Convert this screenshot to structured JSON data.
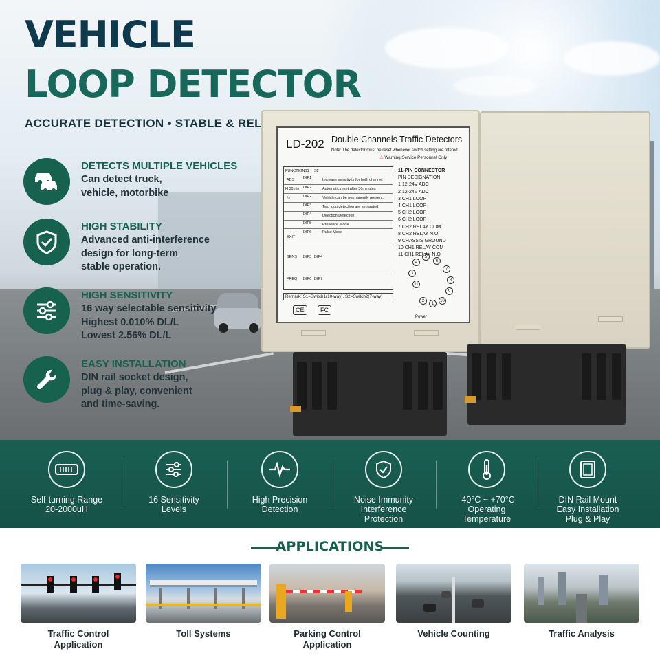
{
  "hero": {
    "title_line1": "VEHICLE",
    "title_line2": "LOOP DETECTOR",
    "tagline": "ACCURATE DETECTION • STABLE & RELIABLE"
  },
  "features": [
    {
      "icon": "cars-icon",
      "heading": "DETECTS MULTIPLE VEHICLES",
      "body": "Can detect truck,\nvehicle, motorbike"
    },
    {
      "icon": "shield-check-icon",
      "heading": "HIGH STABILITY",
      "body": "Advanced anti-interference\ndesign for long-term\nstable operation."
    },
    {
      "icon": "sliders-icon",
      "heading": "HIGH SENSITIVITY",
      "body": "16 way selectable sensitivity\nHighest 0.010% DL/L\nLowest 2.56% DL/L"
    },
    {
      "icon": "wrench-icon",
      "heading": "EASY INSTALLATION",
      "body": "DIN rail socket design,\nplug & play, convenient\nand time-saving."
    }
  ],
  "device_label": {
    "model": "LD-202",
    "title": "Double Channels Traffic Detectors",
    "note": "Note: The detector must be reset whenever switch setting are offered",
    "warning": "Warning Service Personnel Only",
    "table_rows": [
      {
        "fn": "FUNCTION",
        "s1": "S1",
        "s2": "S2",
        "desc": ""
      },
      {
        "fn": "ABS",
        "s1": "DIP1",
        "s2": "",
        "desc": "Increase sensitivity for both channel"
      },
      {
        "fn": "H 30min",
        "s1": "DIP2",
        "s2": "",
        "desc": "Automatic reset after 30minutes"
      },
      {
        "fn": "/∞",
        "s1": "DIP2",
        "s2": "",
        "desc": "Vehicle can be permanently present."
      },
      {
        "fn": "",
        "s1": "DIP3",
        "s2": "",
        "desc": "Two loop detection are separated."
      },
      {
        "fn": "",
        "s1": "DIP4",
        "s2": "",
        "desc": "Direction Detection"
      },
      {
        "fn": "",
        "s1": "DIP5",
        "s2": "",
        "desc": "Presence Mode"
      },
      {
        "fn": "EXIT",
        "s1": "DIP6",
        "s2": "",
        "desc": "Pulse Mode"
      },
      {
        "fn": "SENS",
        "s1": "DIP3",
        "s2": "DIP4",
        "desc": ""
      },
      {
        "fn": "FREQ",
        "s1": "DIP6",
        "s2": "DIP7",
        "desc": ""
      }
    ],
    "remark": "Remark: S1=Switch1(10-way), S2=Switch2(7-way)",
    "pin_header": "11-PIN CONNECTOR",
    "pin_subheader": "PIN  DESIGNATION",
    "pins": [
      "1   12-24V ADC",
      "2   12-24V ADC",
      "3   CH1 LOOP",
      "4   CH1 LOOP",
      "5   CH2 LOOP",
      "6   CH2 LOOP",
      "7   CH2 RELAY COM",
      "8   CH2 RELAY N.O",
      "9   CHASSIS GROUND",
      "10  CH1 RELAY COM",
      "11  CH1 RELAY N.O"
    ],
    "ce_mark": "CE",
    "fc_mark": "FC",
    "power_label": "Power"
  },
  "specs": [
    {
      "icon": "coil-icon",
      "text": "Self-turning Range\n20-2000uH"
    },
    {
      "icon": "sliders-icon",
      "text": "16 Sensitivity\nLevels"
    },
    {
      "icon": "pulse-icon",
      "text": "High Precision\nDetection"
    },
    {
      "icon": "shield-check-icon",
      "text": "Noise Immunity\nInterference\nProtection"
    },
    {
      "icon": "thermometer-icon",
      "text": "-40°C ~ +70°C\nOperating\nTemperature"
    },
    {
      "icon": "din-rail-icon",
      "text": "DIN Rail Mount\nEasy Installation\nPlug & Play"
    }
  ],
  "applications": {
    "title": "APPLICATIONS",
    "items": [
      {
        "label": "Traffic Control\nApplication"
      },
      {
        "label": "Toll Systems"
      },
      {
        "label": "Parking Control\nApplication"
      },
      {
        "label": "Vehicle Counting"
      },
      {
        "label": "Traffic Analysis"
      }
    ]
  },
  "colors": {
    "brand_dark": "#0f3a4d",
    "brand_green": "#17614f",
    "strip_bg": "#1a5f53"
  }
}
